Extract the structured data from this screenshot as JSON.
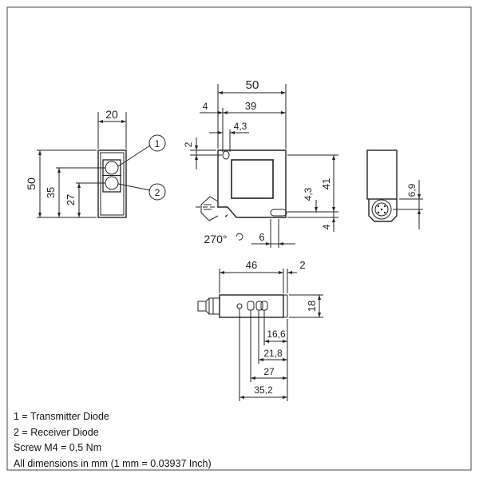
{
  "dimensions": {
    "front_width": "20",
    "front_height": "50",
    "front_transmitter_height": "35",
    "front_receiver_height": "27",
    "side_width": "50",
    "side_offset_left": "4",
    "side_inner_width": "39",
    "side_small_width": "4,3",
    "side_small_height": "2",
    "side_height": "41",
    "side_lower_height": "4,3",
    "side_bottom_offset": "4",
    "side_slot_width": "6",
    "rotation": "270°",
    "connector_height": "6,9",
    "bottom_width": "46",
    "bottom_edge": "2",
    "bottom_height": "18",
    "bottom_16_6": "16,6",
    "bottom_21_8": "21,8",
    "bottom_27": "27",
    "bottom_35_2": "35,2"
  },
  "callouts": {
    "transmitter_number": "1",
    "receiver_number": "2"
  },
  "legend": {
    "line1": "1 = Transmitter Diode",
    "line2": "2 = Receiver Diode",
    "line3": "Screw M4 = 0,5 Nm",
    "line4": "All dimensions in mm (1 mm = 0.03937 Inch)"
  }
}
